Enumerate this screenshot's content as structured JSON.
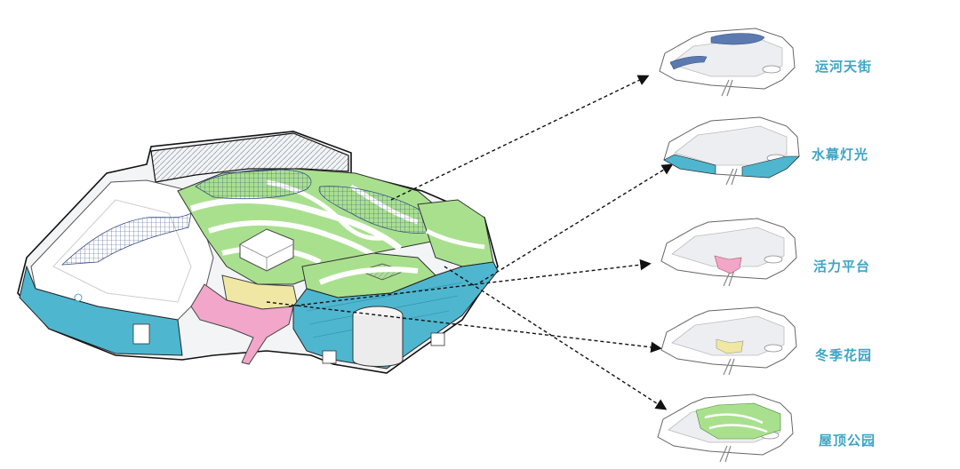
{
  "colors": {
    "outline": "#111111",
    "roof_white": "#ffffff",
    "roof_gray": "#eceef2",
    "waterfront_blue": "#4fb6cf",
    "water_panel": "#5a7ab0",
    "garden_green": "#a9e08e",
    "plaza_pink": "#f2a6c9",
    "winter_yellow": "#efe7a3",
    "label_text": "#3da5c4",
    "arrow": "#111111"
  },
  "panels": [
    {
      "label": "运河天街",
      "highlight": "water_panel"
    },
    {
      "label": "水幕灯光",
      "highlight": "waterfront_blue"
    },
    {
      "label": "活力平台",
      "highlight": "plaza_pink"
    },
    {
      "label": "冬季花园",
      "highlight": "winter_yellow"
    },
    {
      "label": "屋顶公园",
      "highlight": "garden_green"
    }
  ],
  "arrow_style": "dashed"
}
